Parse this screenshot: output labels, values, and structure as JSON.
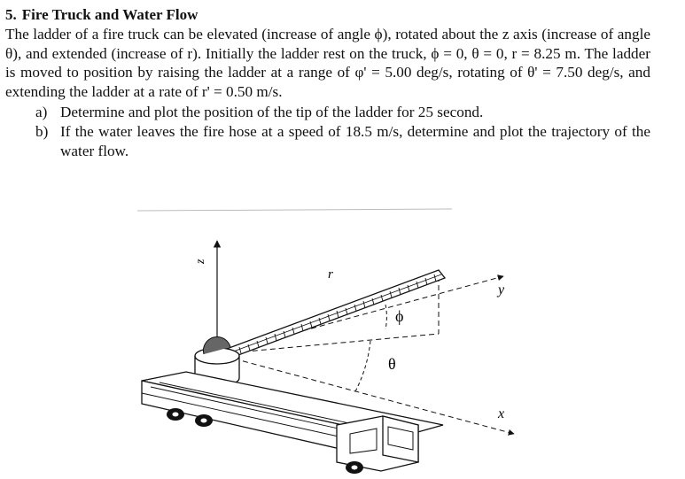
{
  "problem": {
    "number": "5.",
    "title": "Fire Truck and Water Flow",
    "statement": "The ladder of a fire truck can be elevated (increase of angle ϕ), rotated about the z axis (increase of angle θ), and extended (increase of r). Initially the ladder rest on the truck, ϕ = 0, θ = 0, r = 8.25 m. The ladder is moved to position by raising the ladder at a range of φ' = 5.00 deg/s, rotating of θ' = 7.50 deg/s, and extending the ladder at a rate of r' = 0.50 m/s.",
    "parts": [
      {
        "label": "a)",
        "text": "Determine and plot the position of the tip of the ladder for 25 second."
      },
      {
        "label": "b)",
        "text": "If the water leaves the fire hose at a speed of 18.5 m/s, determine and plot the trajectory of the water flow."
      }
    ]
  },
  "figure": {
    "labels": {
      "z": "z",
      "r": "r",
      "y": "y",
      "x": "x",
      "phi": "ϕ",
      "theta": "θ"
    }
  }
}
